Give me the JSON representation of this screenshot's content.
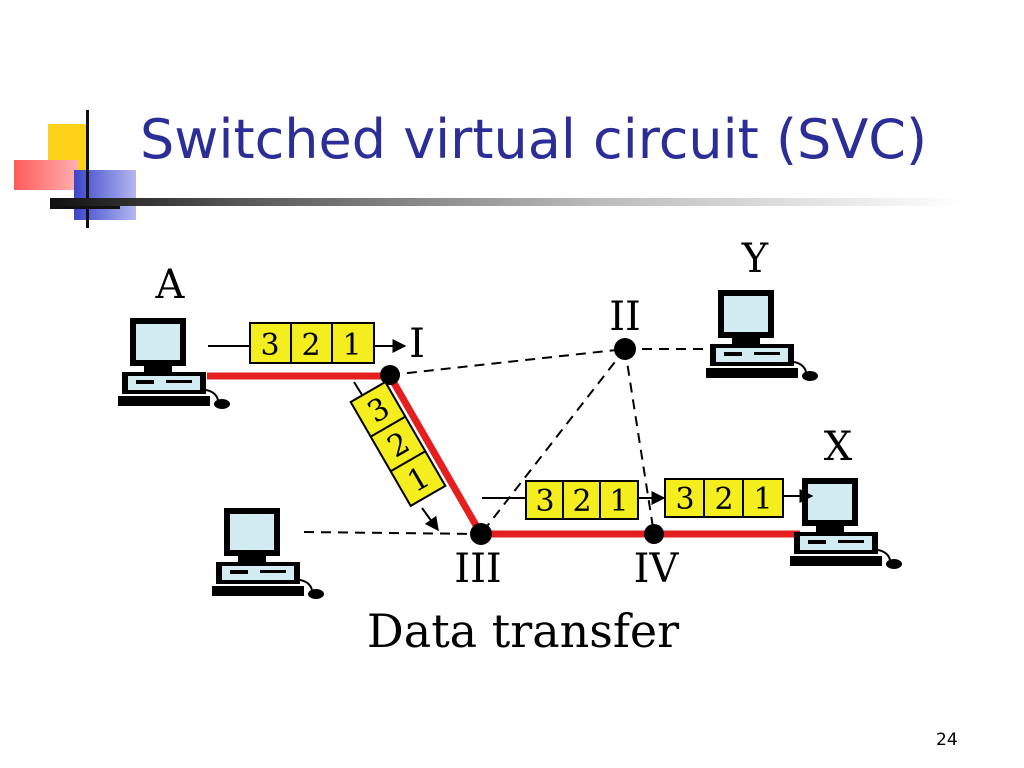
{
  "slide": {
    "title": "Switched virtual circuit (SVC)",
    "page_number": "24"
  },
  "diagram": {
    "caption": "Data transfer",
    "switches": {
      "I": "I",
      "II": "II",
      "III": "III",
      "IV": "IV"
    },
    "stations": {
      "A": "A",
      "Y": "Y",
      "X": "X"
    },
    "packet_numbers": [
      "3",
      "2",
      "1"
    ],
    "colors": {
      "path": "#e51f1f",
      "packet": "#f5ee1e",
      "title": "#2b2e96",
      "screen": "#d3ecf3"
    }
  }
}
